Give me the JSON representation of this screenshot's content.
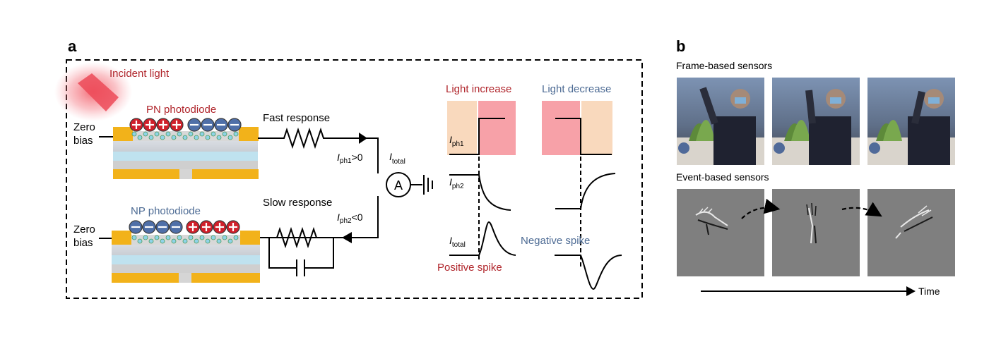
{
  "panel_a": {
    "label": "a",
    "incident_light": "Incident light",
    "pn_photodiode": "PN photodiode",
    "np_photodiode": "NP photodiode",
    "zero": "Zero",
    "bias": "bias",
    "fast_response": "Fast response",
    "slow_response": "Slow response",
    "i_ph1_cond": ">0",
    "i_ph2_cond": "<0",
    "i_total_sub": "total",
    "i_symbol": "I",
    "ph1_sub": "ph1",
    "ph2_sub": "ph2",
    "ammeter": "A",
    "light_increase": "Light increase",
    "light_decrease": "Light decrease",
    "positive_spike": "Positive spike",
    "negative_spike": "Negative spike",
    "plus_sign": "+",
    "minus_sign": "−"
  },
  "panel_b": {
    "label": "b",
    "frame_based": "Frame-based sensors",
    "event_based": "Event-based sensors",
    "time": "Time"
  },
  "colors": {
    "positive_charge": "#d0202a",
    "negative_charge": "#4f6fa8",
    "electrode": "#f2b21a",
    "light_red": "#f7a1a8",
    "light_peach": "#f9d9bd",
    "label_red": "#b0252b",
    "label_blue": "#4d6b94"
  }
}
